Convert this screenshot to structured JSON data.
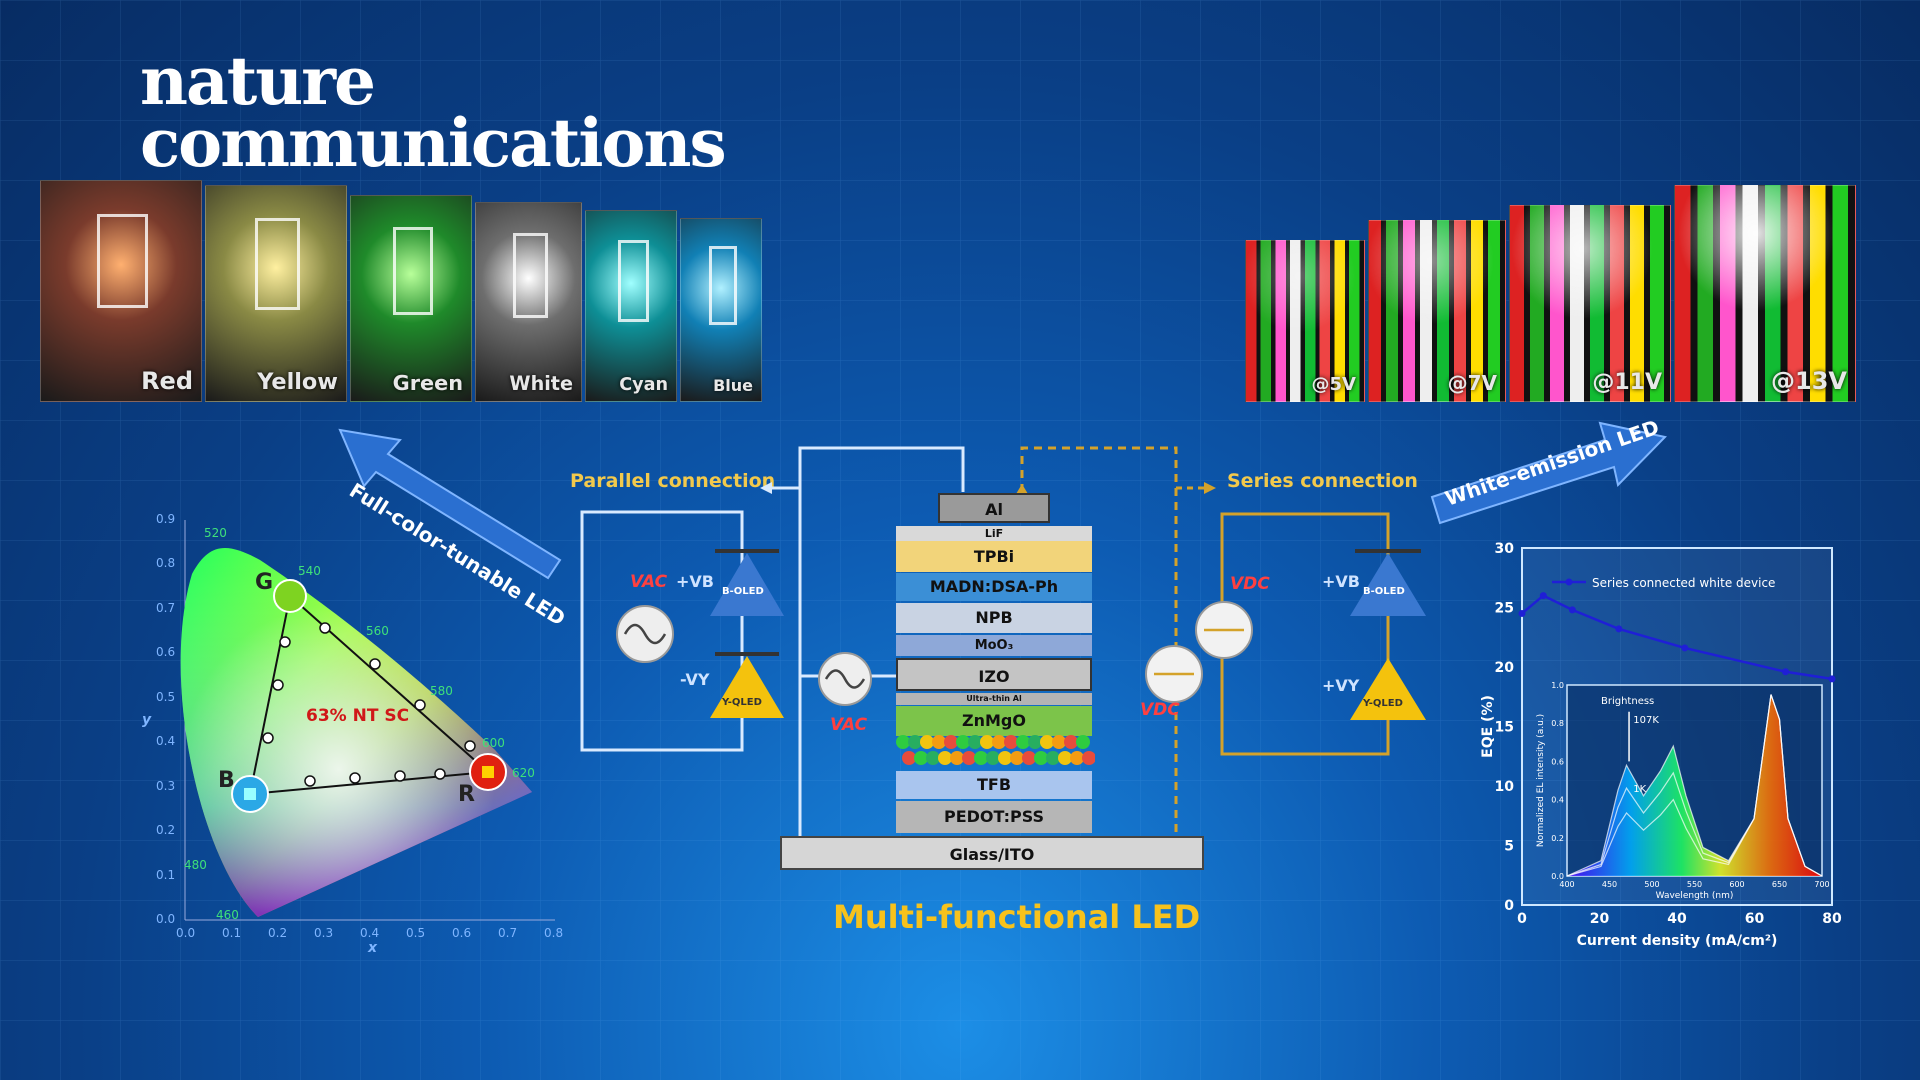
{
  "journal": {
    "line1": "nature",
    "line2": "communications"
  },
  "color_photos": [
    {
      "label": "Red",
      "bg": "#7a3b2c",
      "glow": "#ffb070"
    },
    {
      "label": "Yellow",
      "bg": "#8a8a45",
      "glow": "#fff0a0"
    },
    {
      "label": "Green",
      "bg": "#1f8a2a",
      "glow": "#b8ff9a"
    },
    {
      "label": "White",
      "bg": "#6e6e6e",
      "glow": "#ffffff"
    },
    {
      "label": "Cyan",
      "bg": "#0e8f96",
      "glow": "#a0ffff"
    },
    {
      "label": "Blue",
      "bg": "#1180b5",
      "glow": "#b0f0ff"
    }
  ],
  "voltage_photos": [
    {
      "label": "@5V"
    },
    {
      "label": "@7V"
    },
    {
      "label": "@11V"
    },
    {
      "label": "@13V"
    }
  ],
  "arrows": {
    "left": "Full-color-tunable LED",
    "right": "White-emission LED"
  },
  "connections": {
    "parallel": "Parallel connection",
    "series": "Series connection"
  },
  "device_layers": [
    {
      "name": "Al",
      "fill": "#9a9a9a"
    },
    {
      "name": "LiF",
      "fill": "#d9d9d9"
    },
    {
      "name": "TPBi",
      "fill": "#f2d47a"
    },
    {
      "name": "MADN:DSA-Ph",
      "fill": "#3b8fd6"
    },
    {
      "name": "NPB",
      "fill": "#c9d3e3"
    },
    {
      "name": "MoO₃",
      "fill": "#8ea8d8"
    },
    {
      "name": "IZO",
      "fill": "#c4c4c4"
    },
    {
      "name": "Ultra-thin Al",
      "fill": "#b4b4b4"
    },
    {
      "name": "ZnMgO",
      "fill": "#7cc44a"
    },
    {
      "name": "TFB",
      "fill": "#a9c5ee"
    },
    {
      "name": "PEDOT:PSS",
      "fill": "#b6b6b6"
    },
    {
      "name": "Glass/ITO",
      "fill": "#d6d6d6"
    }
  ],
  "circuit_labels": {
    "vac": "VAC",
    "vdc": "VDC",
    "vb": "+VB",
    "vy_neg": "-VY",
    "vy_pos": "+VY",
    "b_oled": "B-OLED",
    "y_qled": "Y-QLED"
  },
  "main_title": "Multi-functional LED",
  "cie": {
    "ntsc_label": "63% NT SC",
    "x_label": "x",
    "y_label": "y",
    "x_ticks": [
      "0.0",
      "0.1",
      "0.2",
      "0.3",
      "0.4",
      "0.5",
      "0.6",
      "0.7",
      "0.8"
    ],
    "y_ticks": [
      "0.0",
      "0.1",
      "0.2",
      "0.3",
      "0.4",
      "0.5",
      "0.6",
      "0.7",
      "0.8",
      "0.9"
    ],
    "wavelengths": [
      "520",
      "540",
      "560",
      "580",
      "600",
      "620",
      "480",
      "460"
    ],
    "corners": {
      "g": "G",
      "b": "B",
      "r": "R"
    }
  },
  "chart_data": [
    {
      "type": "line",
      "title": "",
      "xlabel": "Current density (mA/cm²)",
      "ylabel": "EQE (%)",
      "xlim": [
        0,
        80
      ],
      "ylim": [
        0,
        30
      ],
      "x_ticks": [
        "0",
        "20",
        "40",
        "60",
        "80"
      ],
      "y_ticks": [
        "0",
        "5",
        "10",
        "15",
        "20",
        "25",
        "30"
      ],
      "legend": "top",
      "series": [
        {
          "name": "Series connected white device",
          "color": "#1f1fd6",
          "x": [
            0,
            5.5,
            13,
            25,
            42,
            68,
            80
          ],
          "y": [
            24.5,
            26,
            24.8,
            23.2,
            21.6,
            19.6,
            19
          ]
        }
      ]
    },
    {
      "type": "line",
      "xlabel": "Wavelength (nm)",
      "ylabel": "Normalized EL intensity (a.u.)",
      "xlim": [
        400,
        700
      ],
      "ylim": [
        0,
        1.0
      ],
      "x_ticks": [
        "400",
        "450",
        "500",
        "550",
        "600",
        "650",
        "700"
      ],
      "y_ticks": [
        "0.0",
        "0.2",
        "0.4",
        "0.6",
        "0.8",
        "1.0"
      ],
      "annotations": [
        "Brightness",
        "107K",
        "1K"
      ],
      "series": [
        {
          "x": [
            400,
            440,
            460,
            470,
            490,
            510,
            525,
            540,
            560,
            590,
            620,
            640,
            650,
            660,
            680,
            700
          ],
          "y": [
            0,
            0.08,
            0.45,
            0.58,
            0.42,
            0.55,
            0.68,
            0.42,
            0.15,
            0.08,
            0.3,
            0.95,
            0.82,
            0.3,
            0.05,
            0
          ]
        },
        {
          "x": [
            400,
            440,
            460,
            470,
            490,
            510,
            525,
            540,
            560,
            590,
            620,
            640,
            650,
            660,
            680,
            700
          ],
          "y": [
            0,
            0.06,
            0.36,
            0.46,
            0.33,
            0.44,
            0.54,
            0.34,
            0.12,
            0.07,
            0.3,
            0.95,
            0.82,
            0.3,
            0.05,
            0
          ]
        },
        {
          "x": [
            400,
            440,
            460,
            470,
            490,
            510,
            525,
            540,
            560,
            590,
            620,
            640,
            650,
            660,
            680,
            700
          ],
          "y": [
            0,
            0.05,
            0.26,
            0.33,
            0.24,
            0.32,
            0.4,
            0.25,
            0.09,
            0.06,
            0.3,
            0.95,
            0.82,
            0.3,
            0.05,
            0
          ]
        }
      ]
    }
  ]
}
